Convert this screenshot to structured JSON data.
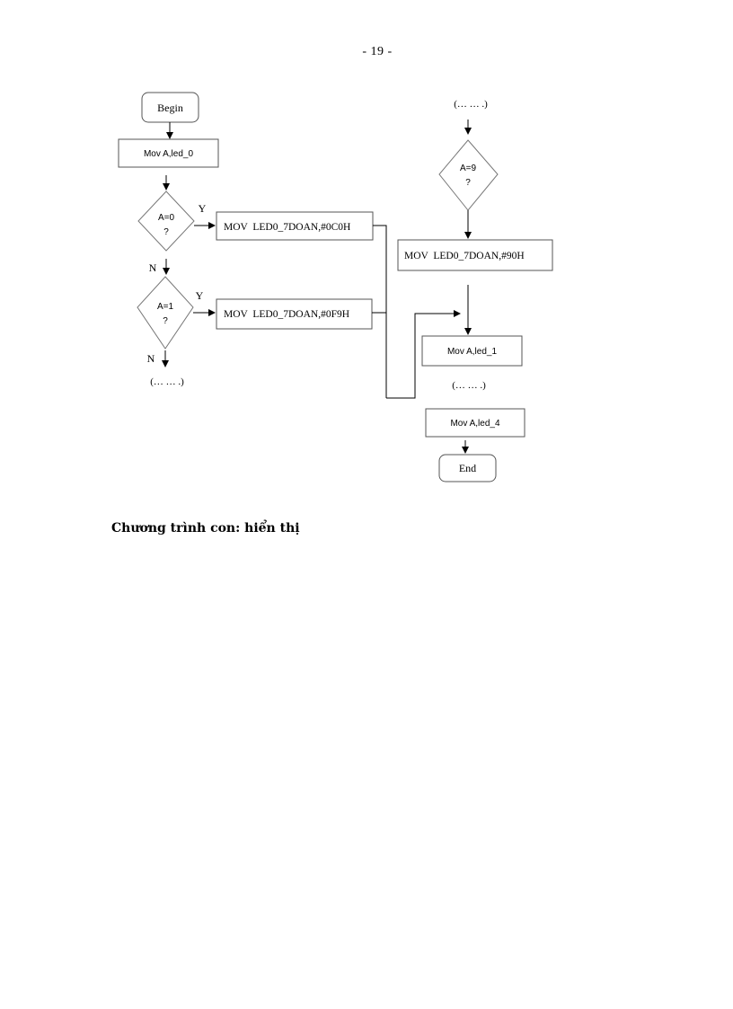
{
  "page": {
    "number": "- 19 -",
    "section_heading": "Chương trình con: hiển thị"
  },
  "flowchart": {
    "left_column": {
      "begin": "Begin",
      "step_load_led0": "Mov A,led_0",
      "decision_a0_line1": "A=0",
      "decision_a0_line2": "?",
      "decision_a0_yes": "Y",
      "action_a0": "MOV  LED0_7DOAN,#0C0H",
      "decision_a0_no": "N",
      "decision_a1_line1": "A=1",
      "decision_a1_line2": "?",
      "decision_a1_yes": "Y",
      "action_a1": "MOV  LED0_7DOAN,#0F9H",
      "decision_a1_no": "N",
      "continuation": "(… … .)"
    },
    "right_column": {
      "continuation_top": "(… … .)",
      "decision_a9_line1": "A=9",
      "decision_a9_line2": "?",
      "action_a9": "MOV  LED0_7DOAN,#90H",
      "step_load_led1": "Mov A,led_1",
      "continuation_mid": "(… … .)",
      "step_load_led4": "Mov A,led_4",
      "end": "End"
    }
  }
}
